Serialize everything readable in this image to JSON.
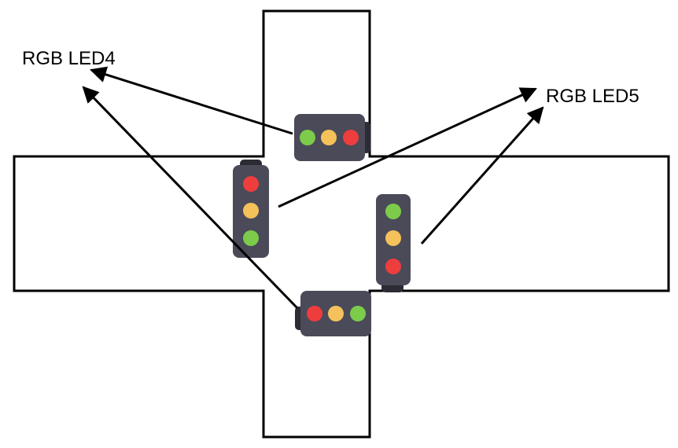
{
  "labels": {
    "led4": "RGB LED4",
    "led5": "RGB LED5"
  },
  "colors": {
    "road_outline": "#000000",
    "background": "#ffffff",
    "housing": "#4a4a59",
    "housing_dark": "#2c2c35",
    "red": "#ee3d3d",
    "yellow": "#f4c15a",
    "green": "#7ccb4b",
    "arrow": "#000000"
  },
  "traffic_lights": [
    {
      "id": "top",
      "orientation": "horizontal",
      "lamps": [
        "green",
        "yellow",
        "red"
      ]
    },
    {
      "id": "left",
      "orientation": "vertical",
      "lamps": [
        "red",
        "yellow",
        "green"
      ]
    },
    {
      "id": "right",
      "orientation": "vertical",
      "lamps": [
        "green",
        "yellow",
        "red"
      ]
    },
    {
      "id": "bottom",
      "orientation": "horizontal",
      "lamps": [
        "red",
        "yellow",
        "green"
      ]
    }
  ],
  "arrows": [
    {
      "from": "top",
      "to": "led4"
    },
    {
      "from": "bottom",
      "to": "led4"
    },
    {
      "from": "left",
      "to": "led5"
    },
    {
      "from": "right",
      "to": "led5"
    }
  ]
}
